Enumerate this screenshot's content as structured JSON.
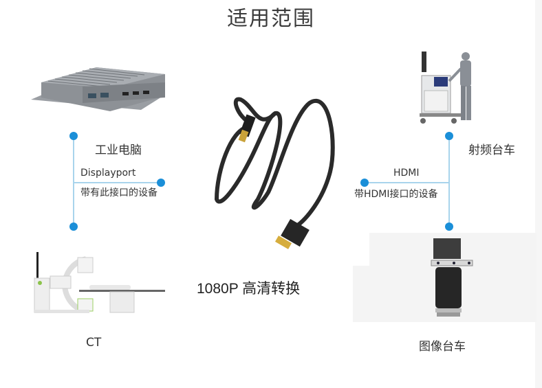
{
  "title": "适用范围",
  "center": {
    "product_image": "hdmi-displayport-cable",
    "caption": "1080P  高清转换"
  },
  "left": {
    "top_device": {
      "name": "工业电脑",
      "image": "industrial-pc"
    },
    "bottom_device": {
      "name": "CT",
      "image": "ct-scanner"
    },
    "interface": "Displayport",
    "interface_desc": "带有此接口的设备"
  },
  "right": {
    "top_device": {
      "name": "射频台车",
      "image": "rf-medical-cart"
    },
    "bottom_device": {
      "name": "图像台车",
      "image": "imaging-cart"
    },
    "interface": "HDMI",
    "interface_desc": "带HDMI接口的设备"
  },
  "colors": {
    "connector_line": "#a8d4ec",
    "connector_dot": "#1b8fd8"
  }
}
